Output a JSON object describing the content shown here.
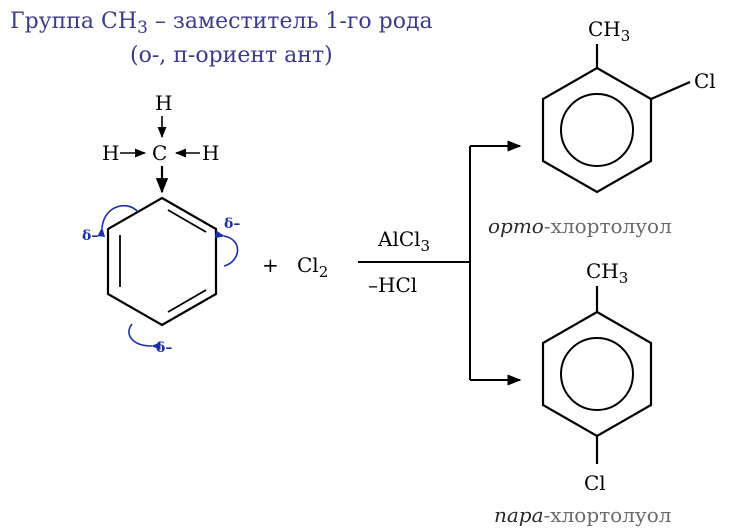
{
  "title": {
    "line1": "Группа CH",
    "line1_sub": "3",
    "line1_rest": " – заместитель 1-го рода",
    "line2": "(о-, п-ориент ант)"
  },
  "methyl": {
    "h_top": "H",
    "h_left": "H",
    "c": "C",
    "h_right": "H"
  },
  "delta": {
    "left": "δ–",
    "right": "δ–",
    "bottom": "δ–"
  },
  "reaction": {
    "plus": "+",
    "reagent": "Cl",
    "reagent_sub": "2",
    "catalyst": "AlCl",
    "catalyst_sub": "3",
    "byproduct": "–HCl"
  },
  "product_ortho": {
    "ch3": "CH",
    "ch3_sub": "3",
    "cl": "Cl",
    "name_prefix": "орто",
    "name_suffix": "-хлортолуол"
  },
  "product_para": {
    "ch3": "CH",
    "ch3_sub": "3",
    "cl": "Cl",
    "name_prefix": "пара",
    "name_suffix": "-хлортолуол"
  },
  "colors": {
    "title": "#3b3b8e",
    "delta": "#1a2fb0",
    "bonds": "#000000"
  }
}
